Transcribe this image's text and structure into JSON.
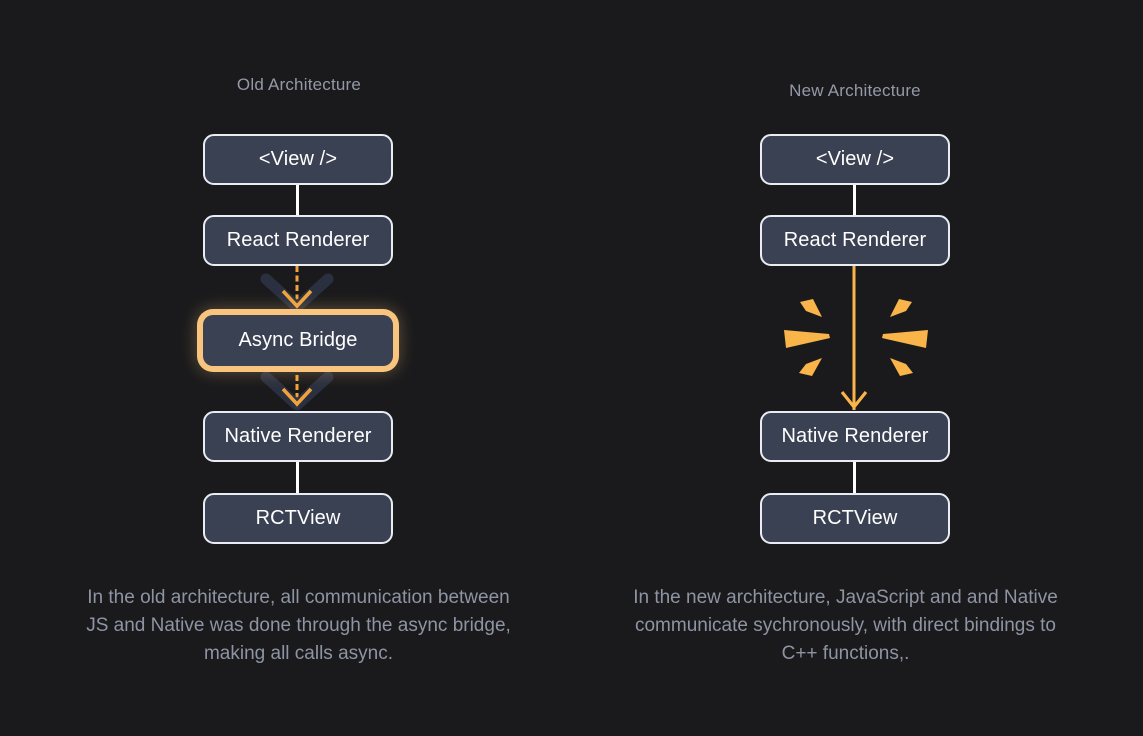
{
  "theme": {
    "background": "#1a1a1c",
    "node_fill": "#3a4152",
    "node_border": "#e9ecf2",
    "node_text": "#ffffff",
    "accent": "#f9b44a",
    "highlight_glow": "#f9c57e",
    "dashed_accent": "#f0a33c",
    "muted_text": "#8e94a3",
    "title_text": "#9499a8"
  },
  "columns": [
    {
      "id": "old",
      "title": "Old Architecture",
      "nodes": [
        {
          "id": "view",
          "label": "<View />",
          "highlight": false
        },
        {
          "id": "react",
          "label": "React Renderer",
          "highlight": false
        },
        {
          "id": "bridge",
          "label": "Async Bridge",
          "highlight": true
        },
        {
          "id": "native",
          "label": "Native Renderer",
          "highlight": false
        },
        {
          "id": "rct",
          "label": "RCTView",
          "highlight": false
        }
      ],
      "caption": "In the old architecture, all communication between JS and Native was done through the async bridge, making all calls async."
    },
    {
      "id": "new",
      "title": "New Architecture",
      "nodes": [
        {
          "id": "view",
          "label": "<View />",
          "highlight": false
        },
        {
          "id": "react",
          "label": "React Renderer",
          "highlight": false
        },
        {
          "id": "native",
          "label": "Native Renderer",
          "highlight": false
        },
        {
          "id": "rct",
          "label": "RCTView",
          "highlight": false
        }
      ],
      "caption": "In the new architecture, JavaScript and and Native communicate sychronously, with direct bindings to C++ functions,."
    }
  ],
  "icons": {
    "arrow_down": "arrow-down-icon",
    "burst": "burst-spark-icon"
  }
}
